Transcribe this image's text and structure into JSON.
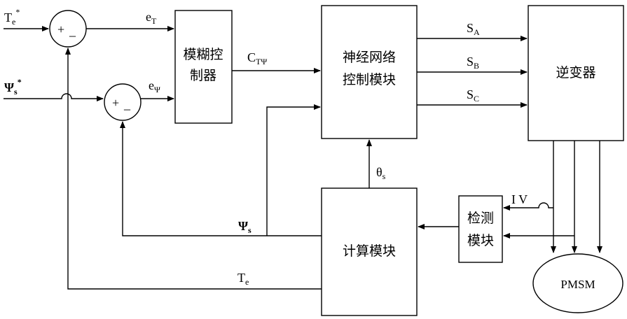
{
  "inputs": {
    "torque_ref": {
      "main": "T",
      "sub": "e",
      "sup": "*"
    },
    "flux_ref": {
      "main": "Ψ",
      "sub": "s",
      "sup": "*"
    }
  },
  "sum_signs": {
    "plus": "+",
    "minus": "_"
  },
  "signals": {
    "e_T": {
      "main": "e",
      "sub": "T"
    },
    "e_psi": {
      "main": "e",
      "sub": "Ψ"
    },
    "C_T_psi": {
      "main": "C",
      "sub": "TΨ"
    },
    "S_A": {
      "main": "S",
      "sub": "A"
    },
    "S_B": {
      "main": "S",
      "sub": "B"
    },
    "S_C": {
      "main": "S",
      "sub": "C"
    },
    "theta_s": {
      "main": "θ",
      "sub": "s"
    },
    "psi_s": {
      "main": "Ψ",
      "sub": "s"
    },
    "T_e": {
      "main": "T",
      "sub": "e"
    },
    "IV": "I V"
  },
  "blocks": {
    "fuzzy_controller": [
      "模糊控",
      "制器"
    ],
    "neural_network": [
      "神经网络",
      "控制模块"
    ],
    "inverter": "逆变器",
    "calculation": "计算模块",
    "detection": [
      "检测",
      "模块"
    ],
    "motor": "PMSM"
  }
}
